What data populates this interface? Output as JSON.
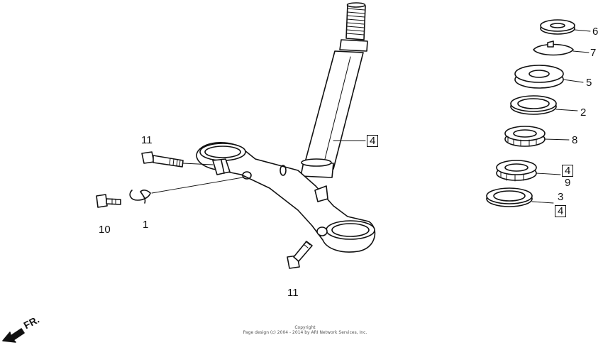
{
  "callouts": {
    "c11_top": "11",
    "c10": "10",
    "c1": "1",
    "c11_bottom": "11",
    "c4_stem": "4",
    "c6": "6",
    "c7": "7",
    "c5": "5",
    "c2": "2",
    "c8": "8",
    "c4_upper": "4",
    "c9": "9",
    "c3": "3",
    "c4_lower": "4"
  },
  "direction_label": "FR.",
  "copyright": {
    "line1": "Copyright",
    "line2": "Page design (c) 2004 - 2014 by ARI Network Services, Inc."
  }
}
